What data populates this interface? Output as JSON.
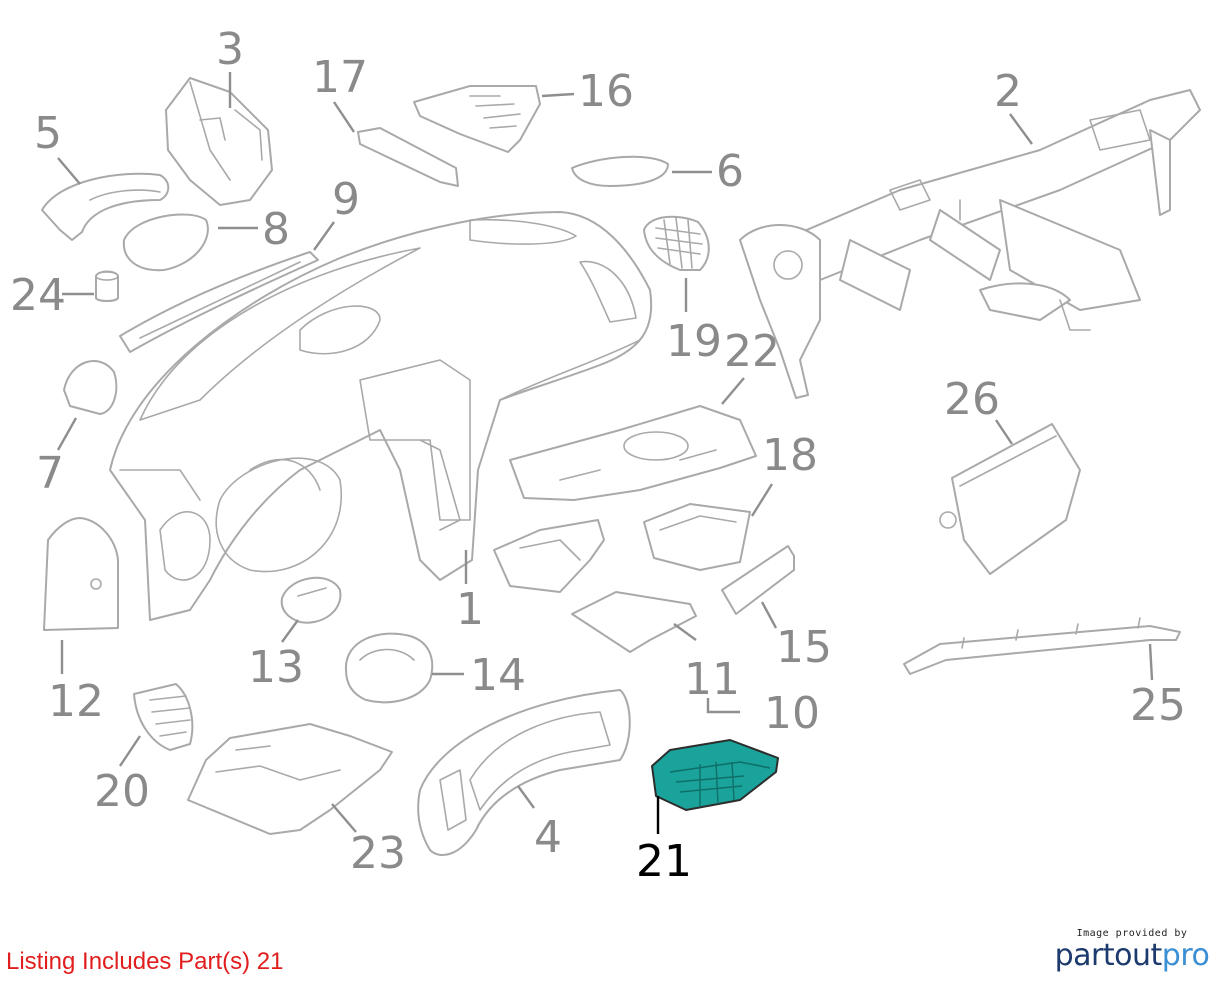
{
  "diagram": {
    "callouts": [
      "1",
      "2",
      "3",
      "4",
      "5",
      "6",
      "7",
      "8",
      "9",
      "10",
      "11",
      "12",
      "13",
      "14",
      "15",
      "16",
      "17",
      "18",
      "19",
      "20",
      "21",
      "22",
      "23",
      "24",
      "25",
      "26"
    ],
    "highlighted_part": "21",
    "highlight_color": "#1aa39a"
  },
  "footer": {
    "listing_text": "Listing Includes Part(s) 21",
    "listing_color": "#e01e1e",
    "credit_caption": "Image provided by",
    "brand_main": "partout",
    "brand_accent": "pro"
  }
}
